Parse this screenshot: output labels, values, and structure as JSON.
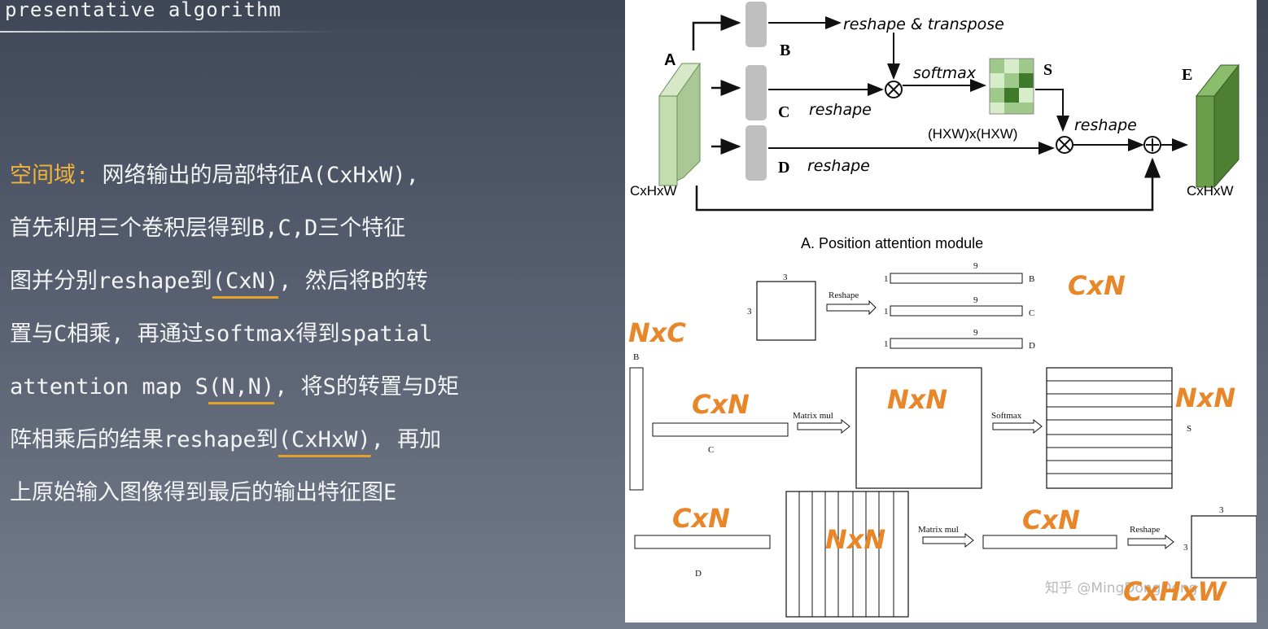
{
  "slide": {
    "title": "presentative algorithm",
    "desc": {
      "l1_term": "空间域:",
      "l1_text": "网络输出的局部特征A(CxHxW),",
      "l2": "首先利用三个卷积层得到B,C,D三个特征",
      "l3_pre": "图并分别reshape到",
      "l3_ul": "(CxN)",
      "l3_post": ", 然后将B的转",
      "l4": "置与C相乘, 再通过softmax得到spatial",
      "l5_pre": "attention map S",
      "l5_ul": "(N,N)",
      "l5_post": ", 将S的转置与D矩",
      "l6_pre": "阵相乘后的结果reshape到",
      "l6_ul": "(CxHxW)",
      "l6_post": ", 再加",
      "l7": "上原始输入图像得到最后的输出特征图E"
    }
  },
  "diagram_top": {
    "label_a": "A",
    "label_b": "B",
    "label_c": "C",
    "label_d": "D",
    "label_s": "S",
    "label_e": "E",
    "reshape_transpose": "reshape & transpose",
    "softmax": "softmax",
    "reshape_c": "reshape",
    "reshape_d": "reshape",
    "reshape_s": "reshape",
    "hw_hw": "(HXW)x(HXW)",
    "dim_in": "CxHxW",
    "dim_out": "CxHxW",
    "caption": "A. Position attention module"
  },
  "diagram_bottom": {
    "num_3_top": "3",
    "num_3_left": "3",
    "reshape_1": "Reshape",
    "num_9_b": "9",
    "num_9_c": "9",
    "num_9_d": "9",
    "num_1_b": "1",
    "num_1_c": "1",
    "num_1_d": "1",
    "lbl_b_right": "B",
    "lbl_c_right": "C",
    "lbl_d_right": "D",
    "lbl_b_vert": "B",
    "lbl_c_row": "C",
    "matrix_mul_1": "Matrix mul",
    "softmax": "Softmax",
    "lbl_s": "S",
    "lbl_d_row": "D",
    "matrix_mul_2": "Matrix mul",
    "reshape_2": "Reshape",
    "num_3_out_top": "3",
    "num_3_out_left": "3",
    "watermark": "知乎 @MingDongDong"
  },
  "annotations": {
    "cxn_top": "CxN",
    "nxc": "NxC",
    "cxn_c": "CxN",
    "nxn_mid": "NxN",
    "nxn_s": "NxN",
    "cxn_d": "CxN",
    "nxn_bottom": "NxN",
    "cxn_out": "CxN",
    "cxhxw_out": "CxHxW"
  },
  "colors": {
    "highlight": "#f0b43c",
    "underline": "#e3a22a",
    "annotation": "#e8862a",
    "feature_light": "#c3dcb0",
    "feature_dark": "#5a8a3c"
  }
}
